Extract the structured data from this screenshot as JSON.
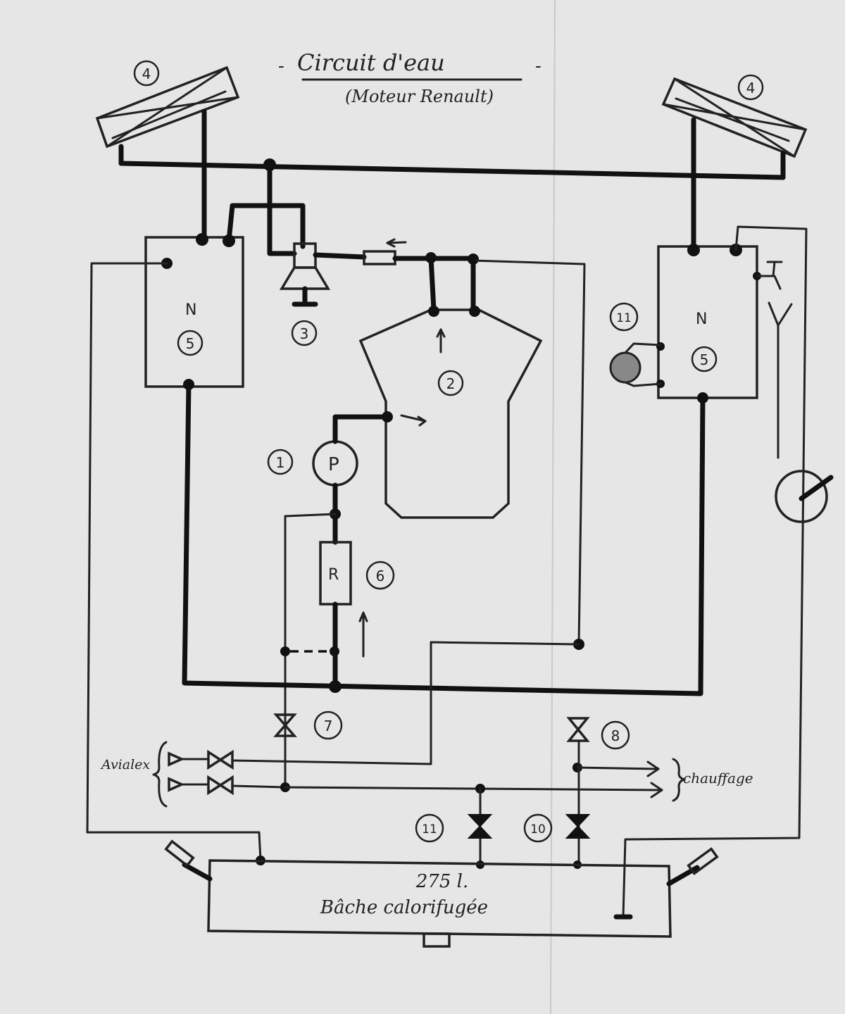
{
  "title": "Circuit d'eau",
  "subtitle": "(Moteur Renault)",
  "labels": {
    "radiator_left_num": "4",
    "radiator_right_num": "4",
    "tank_left_letter": "N",
    "tank_left_num": "5",
    "tank_right_letter": "N",
    "tank_right_num": "5",
    "thermostat_num": "3",
    "engine_num": "2",
    "pump_letter": "P",
    "pump_num": "1",
    "filter_letter": "R",
    "filter_num": "6",
    "valve7_num": "7",
    "valve8_num": "8",
    "valve11_num": "11",
    "valve10_num": "10",
    "heater_num": "11",
    "avialex": "Avialex",
    "chauffage": "chauffage",
    "tank_volume": "275 l.",
    "tank_name": "Bâche calorifugée"
  },
  "colors": {
    "paper": "#e6e6e6",
    "ink": "#222222"
  }
}
